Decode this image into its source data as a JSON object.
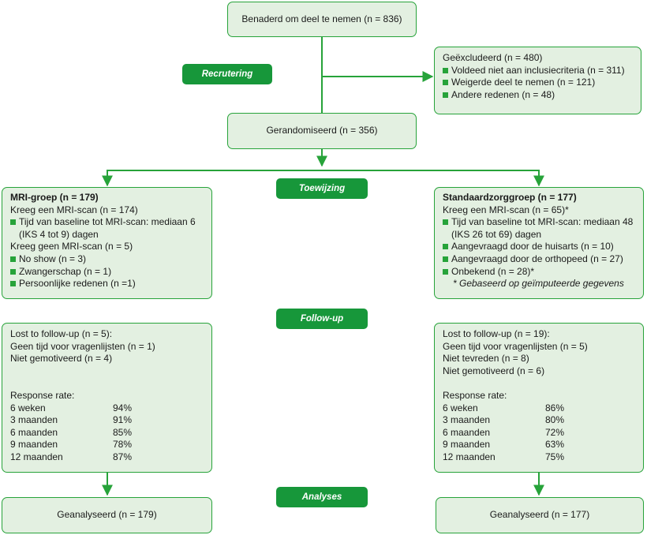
{
  "colors": {
    "accent": "#17973a",
    "box_fill": "#e3f0e1",
    "box_border": "#27a33a",
    "bullet": "#27a33a"
  },
  "top_box": "Benaderd om deel te nemen (n = 836)",
  "phases": {
    "recruitment": "Recrutering",
    "allocation": "Toewijzing",
    "follow_up": "Follow-up",
    "analyses": "Analyses"
  },
  "excluded": {
    "title": "Geëxcludeerd (n = 480)",
    "items": [
      "Voldeed niet aan inclusiecriteria (n = 311)",
      "Weigerde deel te nemen (n = 121)",
      "Andere redenen (n = 48)"
    ]
  },
  "randomized": "Gerandomiseerd (n = 356)",
  "mri_group": {
    "title": "MRI-groep (n = 179)",
    "got_scan": "Kreeg een MRI-scan (n = 174)",
    "time_line1": "Tijd van baseline tot MRI-scan: mediaan 6",
    "time_line2": "(IKS 4 tot 9) dagen",
    "no_scan": "Kreeg geen MRI-scan (n = 5)",
    "reasons": [
      "No show (n = 3)",
      "Zwangerschap (n = 1)",
      "Persoonlijke redenen (n =1)"
    ]
  },
  "standard_group": {
    "title": "Standaardzorggroep (n = 177)",
    "got_scan": "Kreeg een MRI-scan (n = 65)*",
    "time_line1": "Tijd van baseline tot MRI-scan: mediaan 48",
    "time_line2": "(IKS 26 tot 69) dagen",
    "reasons": [
      "Aangevraagd door de huisarts (n = 10)",
      "Aangevraagd door de orthopeed (n = 27)",
      "Onbekend (n = 28)*"
    ],
    "footnote": "* Gebaseerd op geïmputeerde gegevens"
  },
  "mri_followup": {
    "lines": [
      "Lost to follow-up (n = 5):",
      "Geen tijd voor vragenlijsten (n = 1)",
      "Niet gemotiveerd (n = 4)"
    ],
    "response_title": "Response rate:",
    "rates": [
      {
        "label": "6 weken",
        "value": "94%"
      },
      {
        "label": "3 maanden",
        "value": "91%"
      },
      {
        "label": "6 maanden",
        "value": "85%"
      },
      {
        "label": "9 maanden",
        "value": "78%"
      },
      {
        "label": "12 maanden",
        "value": "87%"
      }
    ]
  },
  "standard_followup": {
    "lines": [
      "Lost to follow-up (n = 19):",
      "Geen tijd voor vragenlijsten (n = 5)",
      "Niet tevreden (n = 8)",
      "Niet gemotiveerd (n = 6)"
    ],
    "response_title": "Response rate:",
    "rates": [
      {
        "label": "6 weken",
        "value": "86%"
      },
      {
        "label": "3 maanden",
        "value": "80%"
      },
      {
        "label": "6 maanden",
        "value": "72%"
      },
      {
        "label": "9 maanden",
        "value": "63%"
      },
      {
        "label": "12 maanden",
        "value": "75%"
      }
    ]
  },
  "mri_analysed": "Geanalyseerd (n = 179)",
  "standard_analysed": "Geanalyseerd (n = 177)"
}
